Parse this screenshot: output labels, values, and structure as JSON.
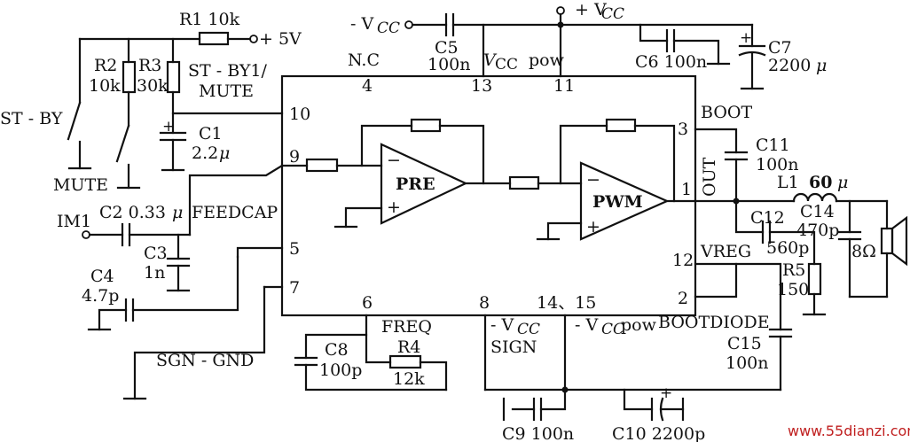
{
  "ic": {
    "pins": {
      "p1": "1",
      "p2": "2",
      "p3": "3",
      "p4": "4",
      "p5": "5",
      "p6": "6",
      "p7": "7",
      "p8": "8",
      "p9": "9",
      "p10": "10",
      "p11": "11",
      "p12": "12",
      "p13": "13",
      "p1415": "14、15"
    },
    "pin_labels": {
      "nc": "N.C",
      "vcc_pow": "pow",
      "vcc_pow_v": "V",
      "vcc_pow_sub": "CC",
      "boot": "BOOT",
      "out": "OUT",
      "vreg": "VREG",
      "bootdiode": "BOOTDIODE",
      "feedcap": "FEEDCAP",
      "st_by1": "ST - BY1/",
      "mute": "MUTE",
      "freq": "FREQ",
      "sign_top": "- V",
      "sign_sub": "CC",
      "sign": "SIGN",
      "neg_vcc_pow": "- V",
      "neg_vcc_pow_sub": "CC",
      "neg_vcc_pow_tail": "pow"
    },
    "amp_pre": "PRE",
    "amp_pwm": "PWM"
  },
  "supplies": {
    "neg_vcc": "- V",
    "neg_vcc_sub": "CC",
    "pos_vcc": "+ V",
    "pos_vcc_sub": "CC",
    "plus5v": "+ 5V"
  },
  "components": {
    "R1": "R1 10k",
    "R2": "R2",
    "R2v": "10k",
    "R3": "R3",
    "R3v": "30k",
    "C1": "C1",
    "C1v": "2.2",
    "C2": "C2 0.33",
    "C3": "C3",
    "C3v": "1n",
    "C4": "C4",
    "C4v": "4.7p",
    "C5": "C5",
    "C5v": "100n",
    "C6": "C6 100n",
    "C7": "C7",
    "C7v": "2200",
    "C8": "C8",
    "C8v": "100p",
    "R4": "R4",
    "R4v": "12k",
    "C9": "C9 100n",
    "C10": "C10 2200p",
    "C11": "C11",
    "C11v": "100n",
    "L1": "L1",
    "L1v": "60",
    "C12": "C12",
    "C12v": "560p",
    "C14": "C14",
    "C14v": "470p",
    "R5": "R5",
    "R5v": "150",
    "C15": "C15",
    "C15v": "100n",
    "load": "8Ω",
    "mu": "μ"
  },
  "terminals": {
    "st_by": "ST - BY",
    "mute": "MUTE",
    "im1": "IM1",
    "sgn_gnd": "SGN - GND"
  },
  "watermark": "www.55dianzi.com"
}
